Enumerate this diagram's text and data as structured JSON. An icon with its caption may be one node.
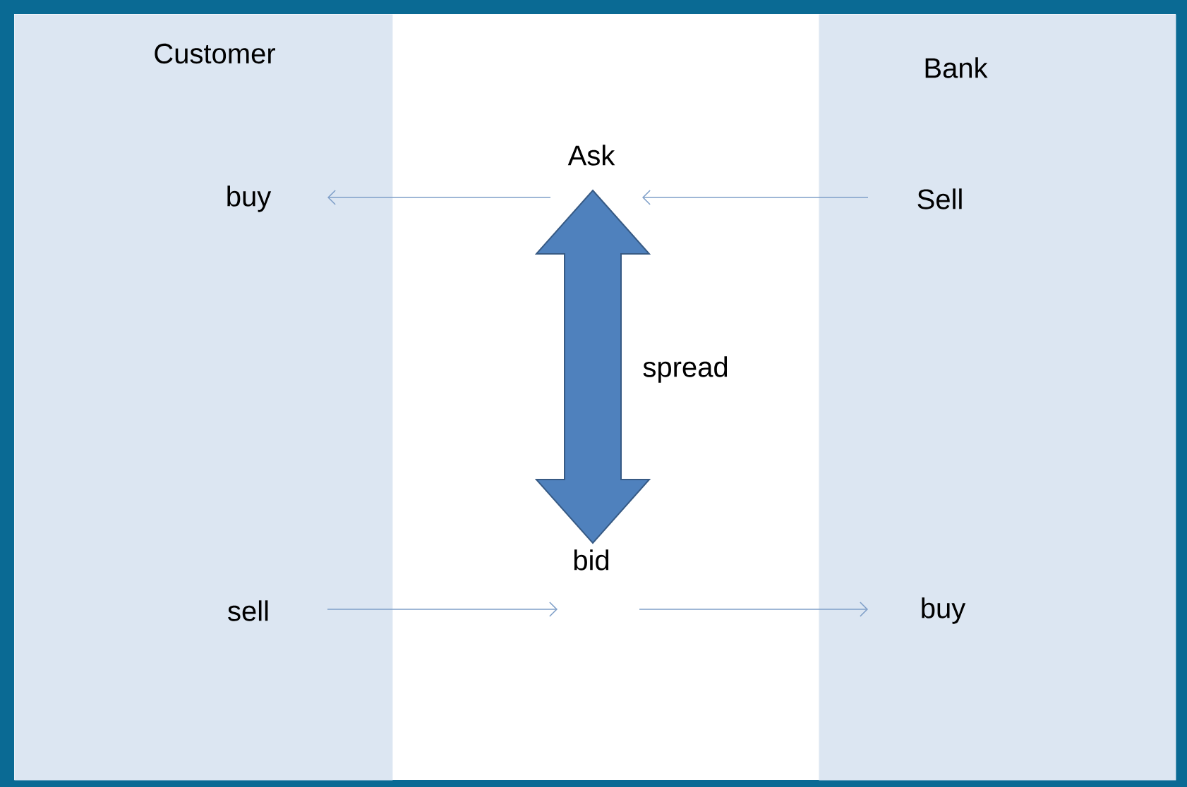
{
  "diagram": {
    "nodes": [
      {
        "text": [
          "Customer"
        ]
      },
      {
        "text": [
          "Bank"
        ]
      },
      {
        "text": [
          "Ask"
        ]
      },
      {
        "text": [
          "buy"
        ],
        "in": 0
      },
      {
        "text": [
          "Sell"
        ],
        "in": 1
      },
      {
        "text": [
          "bid"
        ]
      },
      {
        "text": [
          "sell"
        ],
        "in": 0
      },
      {
        "text": [
          "buy"
        ],
        "in": 1
      }
    ],
    "edges": [
      {
        "from": 4,
        "to": 2,
        "arrow": "to"
      },
      {
        "from": 2,
        "to": 3,
        "arrow": "to"
      },
      {
        "from": 2,
        "to": 5,
        "arrow": "both",
        "label": "spread",
        "style": "thick",
        "color": "#4f81bd"
      },
      {
        "from": 6,
        "to": 5,
        "arrow": "to"
      },
      {
        "from": 5,
        "to": 7,
        "arrow": "to"
      }
    ]
  }
}
